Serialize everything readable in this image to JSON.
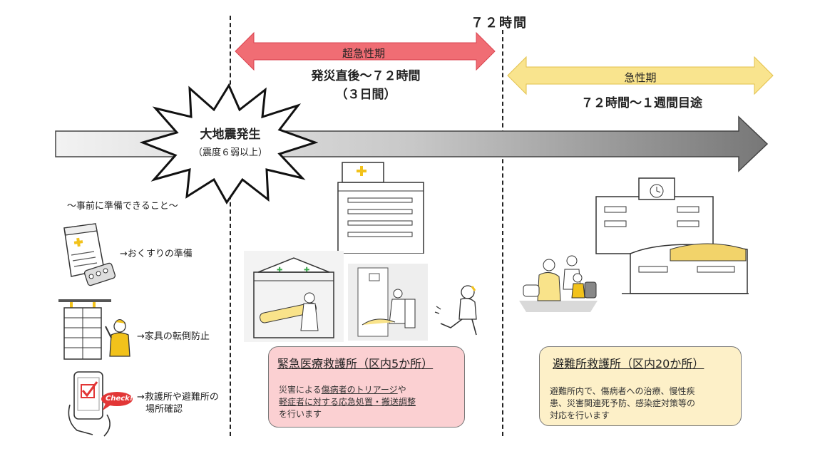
{
  "top_marker": "７２時間",
  "phase_acute_super": {
    "label": "超急性期",
    "range": "発災直後～７２時間",
    "range_sub": "（３日間）",
    "color": "#f08080"
  },
  "phase_acute": {
    "label": "急性期",
    "range": "７２時間～１週間目途",
    "color": "#f9e38a"
  },
  "earthquake": {
    "title": "大地震発生",
    "subtitle": "（震度６弱以上）"
  },
  "preparation": {
    "heading": "～事前に準備できること～",
    "items": [
      {
        "icon": "medicine-bag-icon",
        "label": "→おくすりの準備"
      },
      {
        "icon": "furniture-person-icon",
        "label": "→家具の転倒防止"
      },
      {
        "icon": "smartphone-check-icon",
        "badge": "Check!",
        "label_line1": "→救護所や避難所の",
        "label_line2": "場所確認"
      }
    ]
  },
  "emergency_station": {
    "title": "緊急医療救護所（区内5か所）",
    "desc_line1_pre": "災害による",
    "desc_line1_u": "傷病者のトリアージ",
    "desc_line1_post": "や",
    "desc_line2_u": "軽症者に対する応急処置・搬送調整",
    "desc_line3": "を行います",
    "bg": "#fbd0d2"
  },
  "shelter_station": {
    "title": "避難所救護所（区内20か所）",
    "desc_line1": "避難所内で、傷病者への治療、慢性疾",
    "desc_line2": "患、災害関連死予防、感染症対策等の",
    "desc_line3": "対応を行います",
    "bg": "#fdf0c8"
  },
  "colors": {
    "arrow_light": "#efefef",
    "arrow_dark": "#7a7a7a",
    "accent_yellow": "#f2c21b",
    "accent_green": "#3aa64a"
  }
}
